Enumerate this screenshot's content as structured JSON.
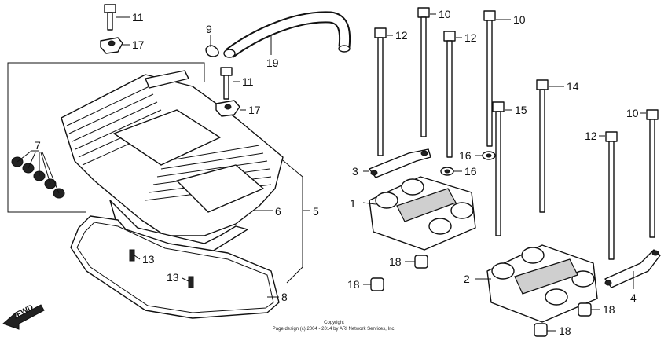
{
  "diagram": {
    "callouts": [
      "1",
      "2",
      "3",
      "4",
      "5",
      "6",
      "7",
      "8",
      "9",
      "10",
      "10",
      "10",
      "11",
      "11",
      "12",
      "12",
      "12",
      "13",
      "13",
      "14",
      "15",
      "16",
      "16",
      "17",
      "17",
      "18",
      "18",
      "18",
      "18",
      "19"
    ],
    "fwd_label": "FWD",
    "copyright_title": "Copyright",
    "copyright_text": "Page design (c) 2004 - 2014 by ARI Network Services, Inc."
  }
}
